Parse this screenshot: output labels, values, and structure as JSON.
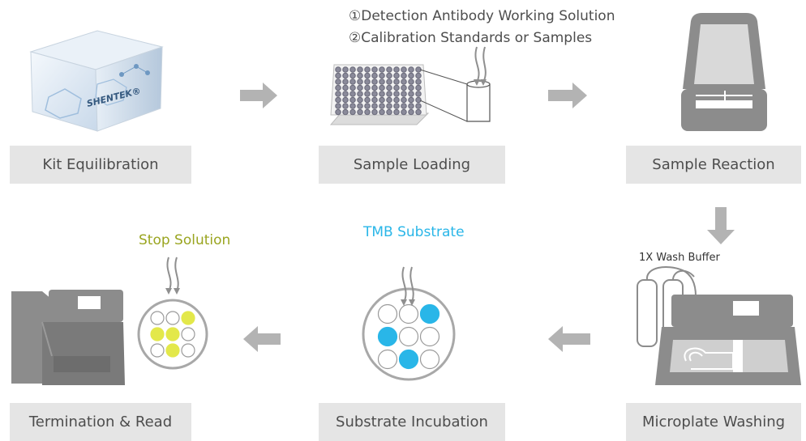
{
  "steps": [
    {
      "label": "Kit Equilibration"
    },
    {
      "label": "Sample Loading"
    },
    {
      "label": "Sample Reaction"
    },
    {
      "label": "Microplate Washing"
    },
    {
      "label": "Substrate Incubation"
    },
    {
      "label": "Termination & Read"
    }
  ],
  "annotations": {
    "loading_reagent_1": "①Detection Antibody Working Solution",
    "loading_reagent_2": "②Calibration Standards or Samples",
    "wash_buffer": "1X Wash Buffer",
    "tmb": "TMB Substrate",
    "stop": "Stop Solution",
    "kit_brand": "SHENTEK®"
  },
  "colors": {
    "arrow": "#b3b3b3",
    "label_bg": "#e5e5e5",
    "device": "#8c8c8c",
    "tmb_accent": "#29b6e8",
    "stop_accent": "#9aa520",
    "stop_wells": "#e3e84a"
  },
  "icons": {
    "kit": "reagent-kit-box-icon",
    "plate": "96-well-plate-icon",
    "incubator": "incubator-icon",
    "washer": "plate-washer-icon",
    "reader": "plate-reader-icon",
    "arrow": "flow-arrow-icon"
  }
}
